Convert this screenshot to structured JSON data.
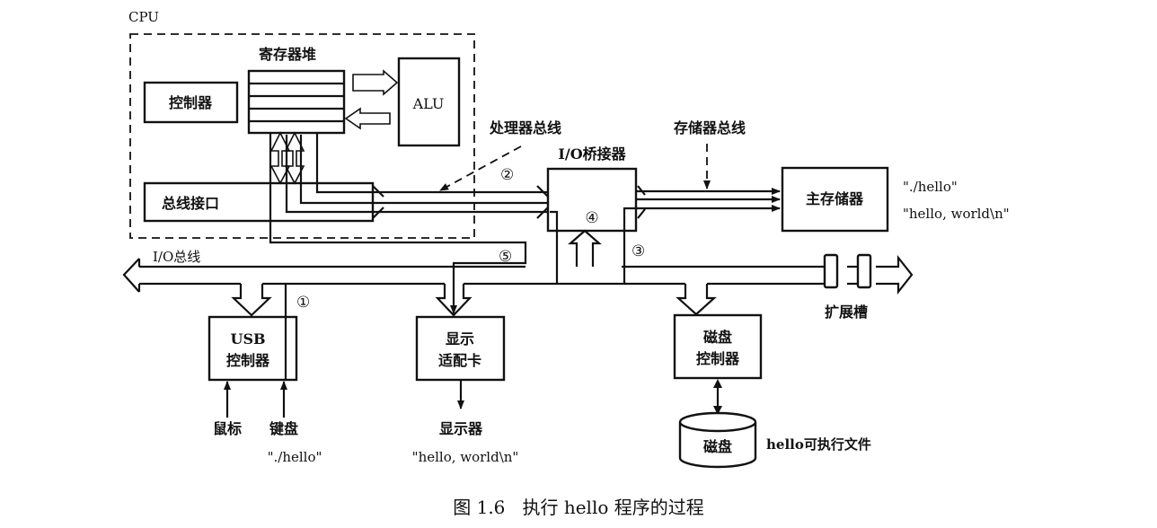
{
  "figure": {
    "caption": "图 1.6   执行 hello 程序的过程"
  },
  "cpu": {
    "label": "CPU",
    "register_file": "寄存器堆",
    "controller": "控制器",
    "alu": "ALU",
    "bus_interface": "总线接口"
  },
  "buses": {
    "processor_bus": "处理器总线",
    "memory_bus": "存储器总线",
    "io_bus": "I/O总线"
  },
  "io_bridge": {
    "label": "I/O桥接器"
  },
  "main_memory": {
    "label": "主存储器",
    "contents": [
      "\"./hello\"",
      "\"hello, world\\n\""
    ]
  },
  "usb_controller": {
    "line1": "USB",
    "line2": "控制器",
    "inputs": [
      "鼠标",
      "键盘"
    ],
    "keyboard_input": "\"./hello\""
  },
  "graphics_adapter": {
    "line1": "显示",
    "line2": "适配卡",
    "output": "显示器",
    "display_text": "\"hello, world\\n\""
  },
  "disk_controller": {
    "line1": "磁盘",
    "line2": "控制器",
    "disk": "磁盘",
    "disk_note": "hello可执行文件"
  },
  "expansion_slots": {
    "label": "扩展槽"
  },
  "steps": [
    "①",
    "②",
    "③",
    "④",
    "⑤"
  ]
}
